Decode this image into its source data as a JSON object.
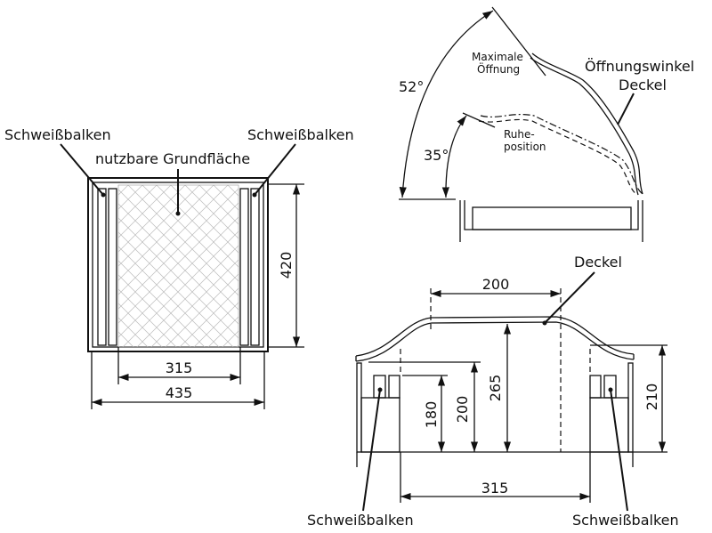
{
  "left_view": {
    "label_weld_left": "Schweißbalken",
    "label_weld_right": "Schweißbalken",
    "label_area": "nutzbare Grundfläche",
    "dim_height": "420",
    "dim_inner_width": "315",
    "dim_outer_width": "435"
  },
  "angle_view": {
    "angle_max": "52°",
    "angle_rest": "35°",
    "label_max_line1": "Maximale",
    "label_max_line2": "Öffnung",
    "label_rest_line1": "Ruhe-",
    "label_rest_line2": "position",
    "label_title_line1": "Öffnungswinkel",
    "label_title_line2": "Deckel"
  },
  "section_view": {
    "label_lid": "Deckel",
    "dim_top_width": "200",
    "dim_265": "265",
    "dim_200": "200",
    "dim_180": "180",
    "dim_210": "210",
    "dim_bottom_width": "315",
    "label_weld_left": "Schweißbalken",
    "label_weld_right": "Schweißbalken"
  }
}
